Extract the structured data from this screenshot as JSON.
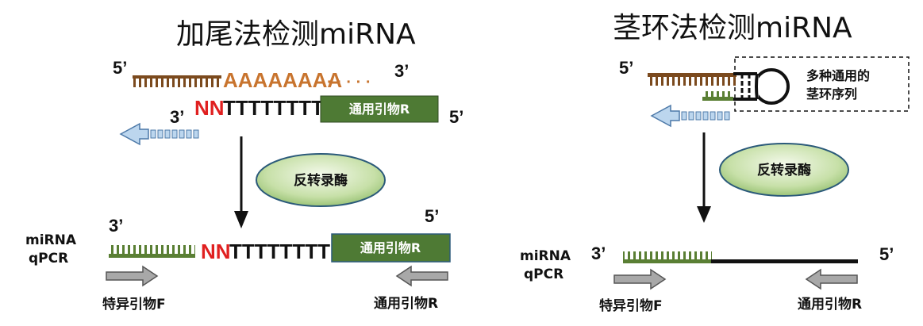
{
  "left": {
    "title": "加尾法检测miRNA",
    "top_5": "5’",
    "top_3": "3’",
    "polyA": "AAAAAAAA",
    "dots": "· · · · ·",
    "primer_3": "3’",
    "nn": "NN",
    "tt": "TTTTTTTT",
    "primer_box": "通用引物R",
    "primer_5": "5’",
    "enzyme": "反转录酶",
    "bottom_3": "3’",
    "bottom_5": "5’",
    "qpcr_line1": "miRNA",
    "qpcr_line2": "qPCR",
    "forward_label": "特异引物F",
    "reverse_label": "通用引物R"
  },
  "right": {
    "title": "茎环法检测miRNA",
    "top_5": "5’",
    "stemloop_line1": "多种通用的",
    "stemloop_line2": "茎环序列",
    "enzyme": "反转录酶",
    "qpcr_line1": "miRNA",
    "qpcr_line2": "qPCR",
    "bottom_3": "3’",
    "bottom_5": "5’",
    "forward_label": "特异引物F",
    "reverse_label": "通用引物R"
  },
  "colors": {
    "brown": "#7b4a1e",
    "orange": "#c8742e",
    "green": "#5a7f34",
    "green_box": "#4e7a34",
    "red": "#e02020",
    "light_blue": "#bcd6ee",
    "blue_border": "#4d79a8",
    "gray_arrow": "#a8a8a8",
    "enzyme_fill": "#b8d595"
  }
}
